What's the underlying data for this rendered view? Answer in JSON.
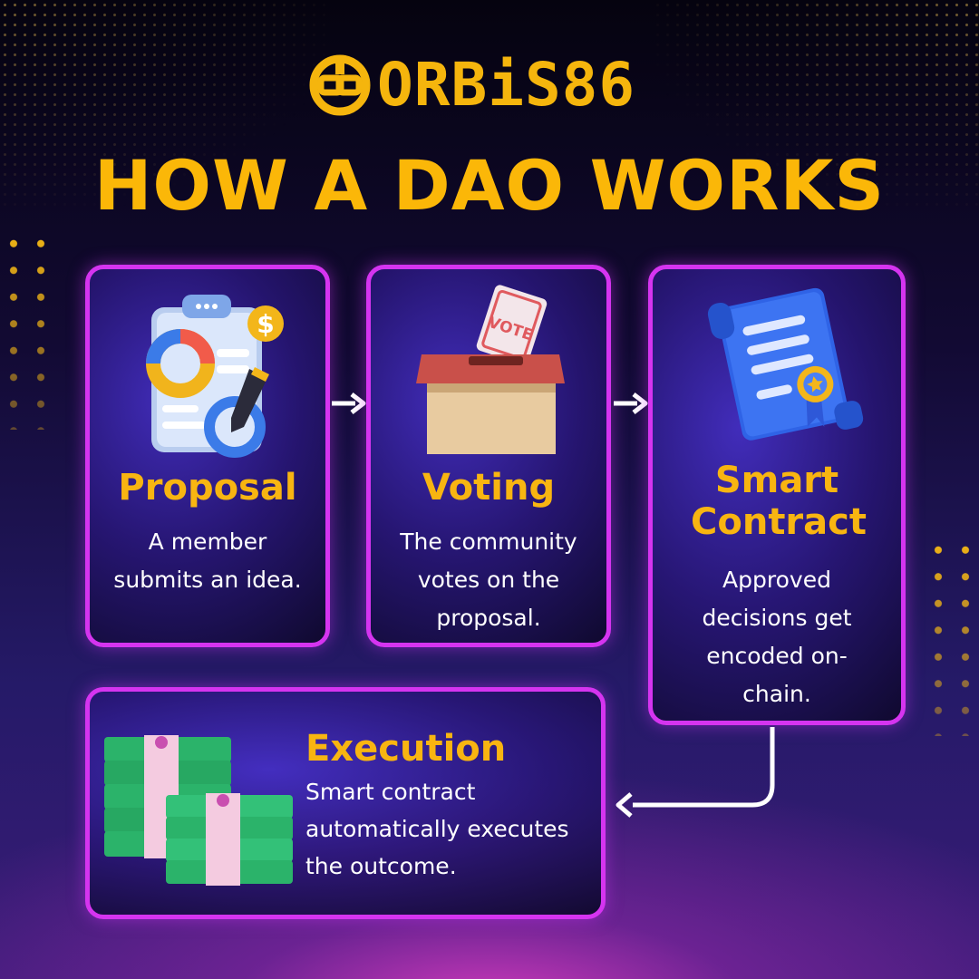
{
  "brand": {
    "name": "ORBiS86",
    "accent": "#f5b50d"
  },
  "headline": "HOW A DAO WORKS",
  "colors": {
    "card_border": "#d534f0",
    "title": "#f8b511",
    "text": "#ffffff"
  },
  "steps": [
    {
      "title": "Proposal",
      "description": "A member submits an idea.",
      "icon": "clipboard-chart-icon"
    },
    {
      "title": "Voting",
      "description": "The community votes on the proposal.",
      "icon": "ballot-box-icon",
      "ballot_text": "VOTE"
    },
    {
      "title": "Smart Contract",
      "description": "Approved decisions get encoded on-chain.",
      "icon": "contract-scroll-icon"
    },
    {
      "title": "Execution",
      "description": "Smart contract automatically executes the outcome.",
      "icon": "cash-stack-icon"
    }
  ]
}
